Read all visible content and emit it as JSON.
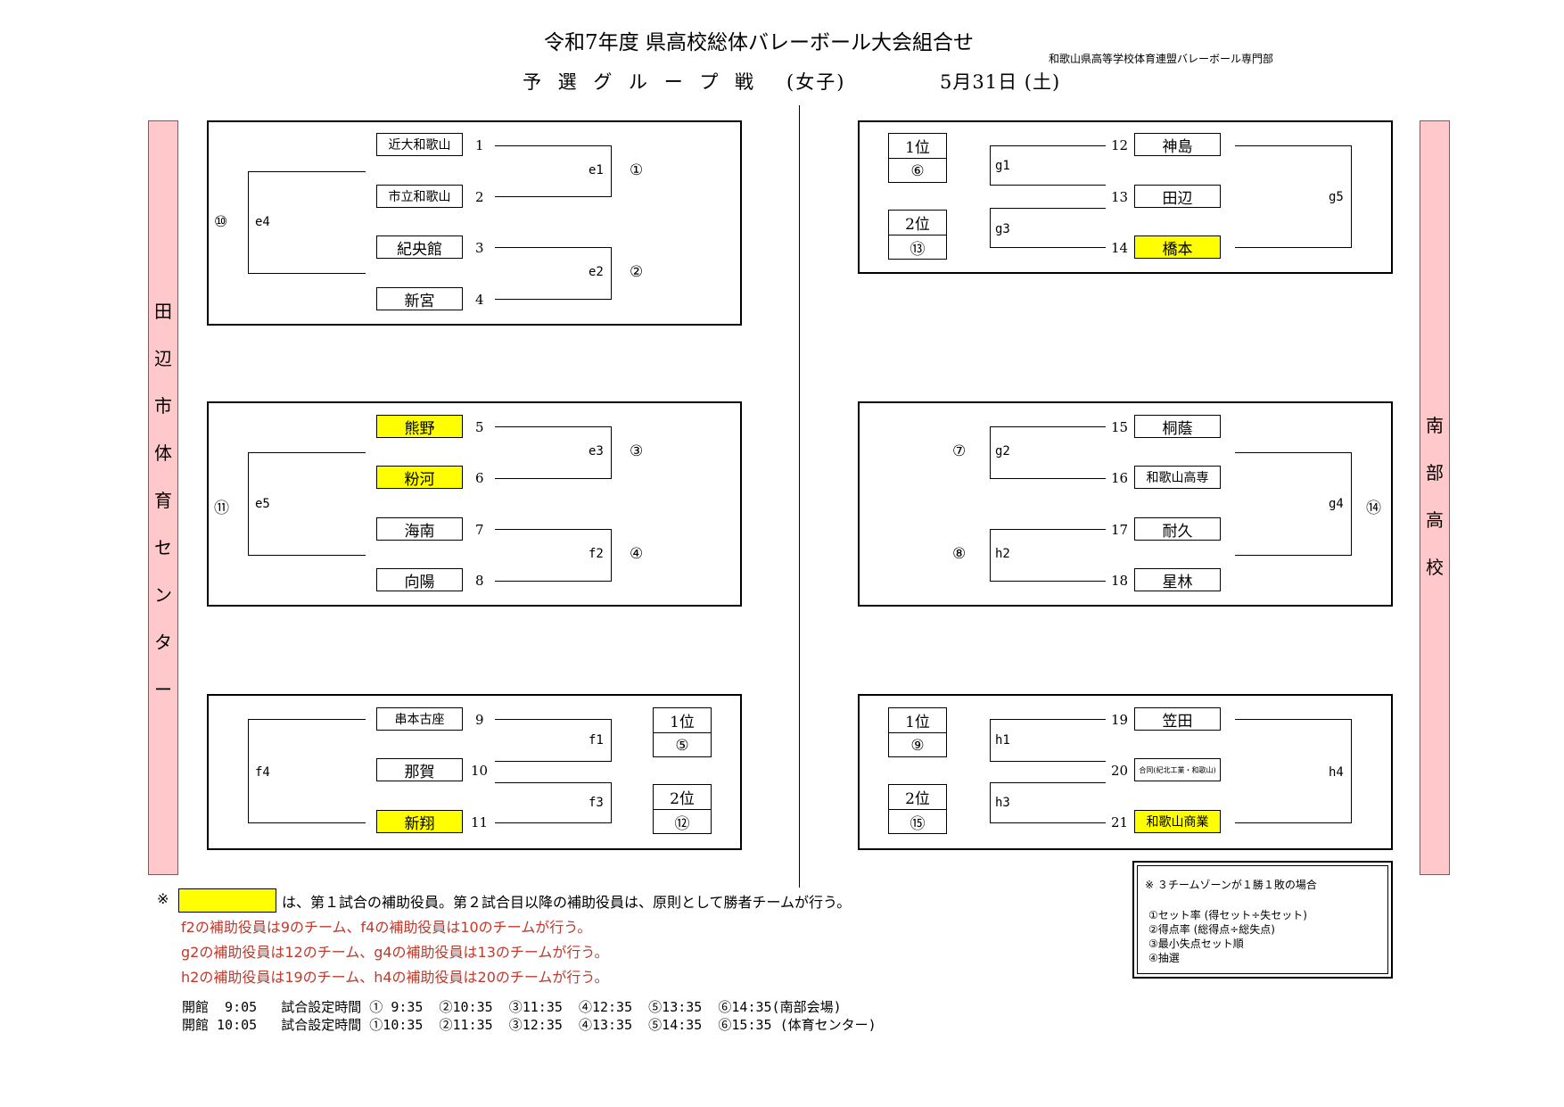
{
  "header": {
    "title": "令和7年度 県高校総体バレーボール大会組合せ",
    "organizer": "和歌山県高等学校体育連盟バレーボール専門部",
    "subtitle_event": "予 選 グ ル ー プ 戦",
    "subtitle_gender": "(女子)",
    "subtitle_date": "5月31日 (土)"
  },
  "venues": {
    "left": [
      "田",
      "辺",
      "市",
      "体",
      "育",
      "セ",
      "ン",
      "タ",
      "ー"
    ],
    "right": [
      "南",
      "部",
      "高",
      "校"
    ]
  },
  "panel_e": {
    "teams": [
      {
        "name": "近大和歌山",
        "no": "1"
      },
      {
        "name": "市立和歌山",
        "no": "2"
      },
      {
        "name": "紀央館",
        "no": "3"
      },
      {
        "name": "新宮",
        "no": "4"
      }
    ],
    "labels": {
      "e1": "e1",
      "e2": "e2",
      "e4": "e4"
    },
    "circles": {
      "c1": "①",
      "c2": "②",
      "c10": "⑩"
    }
  },
  "panel_e3": {
    "teams": [
      {
        "name": "熊野",
        "no": "5"
      },
      {
        "name": "粉河",
        "no": "6"
      },
      {
        "name": "海南",
        "no": "7"
      },
      {
        "name": "向陽",
        "no": "8"
      }
    ],
    "labels": {
      "e3": "e3",
      "e5": "e5",
      "f2": "f2"
    },
    "circles": {
      "c3": "③",
      "c4": "④",
      "c11": "⑪"
    }
  },
  "panel_f": {
    "teams": [
      {
        "name": "串本古座",
        "no": "9"
      },
      {
        "name": "那賀",
        "no": "10"
      },
      {
        "name": "新翔",
        "no": "11"
      }
    ],
    "labels": {
      "f1": "f1",
      "f3": "f3",
      "f4": "f4"
    },
    "rank1": {
      "rank": "1位",
      "match": "⑤"
    },
    "rank2": {
      "rank": "2位",
      "match": "⑫"
    }
  },
  "panel_g": {
    "teams": [
      {
        "name": "神島",
        "no": "12"
      },
      {
        "name": "田辺",
        "no": "13"
      },
      {
        "name": "橋本",
        "no": "14"
      }
    ],
    "labels": {
      "g1": "g1",
      "g3": "g3",
      "g5": "g5"
    },
    "rank1": {
      "rank": "1位",
      "match": "⑥"
    },
    "rank2": {
      "rank": "2位",
      "match": "⑬"
    }
  },
  "panel_g2": {
    "teams": [
      {
        "name": "桐蔭",
        "no": "15"
      },
      {
        "name": "和歌山高専",
        "no": "16"
      },
      {
        "name": "耐久",
        "no": "17"
      },
      {
        "name": "星林",
        "no": "18"
      }
    ],
    "labels": {
      "g2": "g2",
      "h2": "h2",
      "g4": "g4"
    },
    "circles": {
      "c7": "⑦",
      "c8": "⑧",
      "c14": "⑭"
    }
  },
  "panel_h": {
    "teams": [
      {
        "name": "笠田",
        "no": "19"
      },
      {
        "name": "合同(紀北工業・和歌山)",
        "no": "20"
      },
      {
        "name": "和歌山商業",
        "no": "21"
      }
    ],
    "labels": {
      "h1": "h1",
      "h3": "h3",
      "h4": "h4"
    },
    "rank1": {
      "rank": "1位",
      "match": "⑨"
    },
    "rank2": {
      "rank": "2位",
      "match": "⑮"
    }
  },
  "legend": {
    "title": "※ ３チームゾーンが１勝１敗の場合",
    "items": [
      "①セット率 (得セット÷失セット)",
      "②得点率 (総得点÷総失点)",
      "③最小失点セット順",
      "④抽選"
    ]
  },
  "notes": {
    "mark": "※",
    "main": "は、第１試合の補助役員。第２試合目以降の補助役員は、原則として勝者チームが行う。",
    "red": [
      "f2の補助役員は9のチーム、f4の補助役員は10のチームが行う。",
      "g2の補助役員は12のチーム、g4の補助役員は13のチームが行う。",
      "h2の補助役員は19のチーム、h4の補助役員は20のチームが行う。"
    ],
    "schedule": [
      "開館  9:05   試合設定時間 ① 9:35  ②10:35  ③11:35  ④12:35  ⑤13:35  ⑥14:35(南部会場)",
      "開館 10:05   試合設定時間 ①10:35  ②11:35  ③12:35  ④13:35  ⑤14:35  ⑥15:35 (体育センター)"
    ]
  },
  "colors": {
    "highlight": "#ffff00",
    "venue_bar": "#ffc9cc",
    "note_red": "#c0392b"
  }
}
